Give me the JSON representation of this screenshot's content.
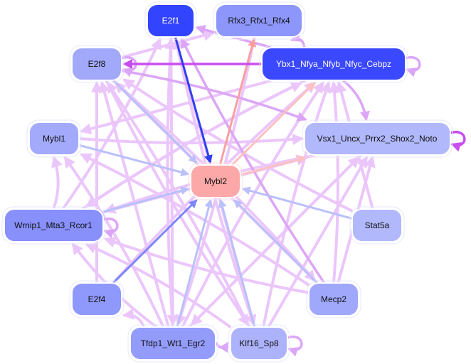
{
  "diagram": {
    "type": "regulatory-network",
    "nodes": [
      {
        "id": "E2f1",
        "label": "E2f1",
        "color": "#3344ff",
        "text_color": "#ffffff"
      },
      {
        "id": "Rfx",
        "label": "Rfx3_Rfx1_Rfx4",
        "color": "#8d96fb",
        "text_color": "#111111"
      },
      {
        "id": "E2f8",
        "label": "E2f8",
        "color": "#a2a9fb",
        "text_color": "#111111"
      },
      {
        "id": "Ybx",
        "label": "Ybx1_Nfya_Nfyb_Nfyc_Cebpz",
        "color": "#3a48ff",
        "text_color": "#ffffff"
      },
      {
        "id": "Mybl1",
        "label": "Mybl1",
        "color": "#a3aafb",
        "text_color": "#111111"
      },
      {
        "id": "Vsx",
        "label": "Vsx1_Uncx_Prrx2_Shox2_Noto",
        "color": "#b1b8fb",
        "text_color": "#111111"
      },
      {
        "id": "Mybl2",
        "label": "Mybl2",
        "color": "#fda8a8",
        "text_color": "#111111"
      },
      {
        "id": "Wrnip",
        "label": "Wrnip1_Mta3_Rcor1",
        "color": "#8890fb",
        "text_color": "#111111"
      },
      {
        "id": "Stat5a",
        "label": "Stat5a",
        "color": "#b1b8fb",
        "text_color": "#111111"
      },
      {
        "id": "E2f4",
        "label": "E2f4",
        "color": "#8f98fb",
        "text_color": "#111111"
      },
      {
        "id": "Mecp2",
        "label": "Mecp2",
        "color": "#a0a8fb",
        "text_color": "#111111"
      },
      {
        "id": "Tfdp",
        "label": "Tfdp1_Wt1_Egr2",
        "color": "#949cfb",
        "text_color": "#111111"
      },
      {
        "id": "Klf",
        "label": "Klf16_Sp8",
        "color": "#adb3fb",
        "text_color": "#111111"
      }
    ],
    "edge_colors": {
      "strong_blue": "#2f3ff0",
      "blue": "#7c87f5",
      "light_blue": "#b9c0fa",
      "salmon": "#fb9f9f",
      "light_salmon": "#fcc0c0",
      "magenta": "#c84ef0",
      "violet": "#dca6f7",
      "lavender": "#ebc6fb"
    },
    "edges": [
      {
        "from": "E2f1",
        "to": "Mybl2",
        "style": "strong_blue"
      },
      {
        "from": "Mybl2",
        "to": "Rfx",
        "style": "salmon"
      },
      {
        "from": "Mybl2",
        "to": "Ybx",
        "style": "light_salmon"
      },
      {
        "from": "Mybl2",
        "to": "Vsx",
        "style": "light_salmon"
      },
      {
        "from": "E2f8",
        "to": "Mybl2",
        "style": "light_blue"
      },
      {
        "from": "Mybl1",
        "to": "Mybl2",
        "style": "light_blue"
      },
      {
        "from": "Wrnip",
        "to": "Mybl2",
        "style": "light_blue"
      },
      {
        "from": "Stat5a",
        "to": "Mybl2",
        "style": "light_blue"
      },
      {
        "from": "E2f4",
        "to": "Mybl2",
        "style": "blue"
      },
      {
        "from": "Mecp2",
        "to": "Mybl2",
        "style": "light_blue"
      },
      {
        "from": "Tfdp",
        "to": "Mybl2",
        "style": "light_blue"
      },
      {
        "from": "Klf",
        "to": "Mybl2",
        "style": "light_blue"
      },
      {
        "from": "Ybx",
        "to": "E2f8",
        "style": "magenta"
      },
      {
        "from": "Ybx",
        "to": "E2f1",
        "style": "violet"
      },
      {
        "from": "Ybx",
        "to": "Rfx",
        "style": "violet"
      },
      {
        "from": "Ybx",
        "to": "Vsx",
        "style": "violet"
      },
      {
        "from": "Ybx",
        "to": "Mybl1",
        "style": "lavender"
      },
      {
        "from": "Ybx",
        "to": "Wrnip",
        "style": "lavender"
      },
      {
        "from": "Ybx",
        "to": "Ybx",
        "style": "violet"
      },
      {
        "from": "Vsx",
        "to": "Vsx",
        "style": "magenta"
      },
      {
        "from": "E2f8",
        "to": "E2f8",
        "style": "violet"
      },
      {
        "from": "Wrnip",
        "to": "Wrnip",
        "style": "violet"
      },
      {
        "from": "Klf",
        "to": "Klf",
        "style": "violet"
      },
      {
        "from": "Tfdp",
        "to": "Klf",
        "style": "violet"
      },
      {
        "from": "Tfdp",
        "to": "E2f1",
        "style": "lavender"
      },
      {
        "from": "Tfdp",
        "to": "E2f8",
        "style": "lavender"
      },
      {
        "from": "Tfdp",
        "to": "Mybl1",
        "style": "lavender"
      },
      {
        "from": "Tfdp",
        "to": "Ybx",
        "style": "lavender"
      },
      {
        "from": "Tfdp",
        "to": "Vsx",
        "style": "lavender"
      },
      {
        "from": "Tfdp",
        "to": "E2f4",
        "style": "lavender"
      },
      {
        "from": "Tfdp",
        "to": "Wrnip",
        "style": "lavender"
      },
      {
        "from": "Klf",
        "to": "E2f1",
        "style": "lavender"
      },
      {
        "from": "Klf",
        "to": "E2f8",
        "style": "lavender"
      },
      {
        "from": "Klf",
        "to": "Ybx",
        "style": "lavender"
      },
      {
        "from": "Klf",
        "to": "Vsx",
        "style": "lavender"
      },
      {
        "from": "Klf",
        "to": "Wrnip",
        "style": "lavender"
      },
      {
        "from": "Mecp2",
        "to": "E2f1",
        "style": "violet"
      },
      {
        "from": "Mecp2",
        "to": "E2f8",
        "style": "lavender"
      },
      {
        "from": "Mecp2",
        "to": "Ybx",
        "style": "lavender"
      },
      {
        "from": "Mecp2",
        "to": "Wrnip",
        "style": "lavender"
      },
      {
        "from": "Mecp2",
        "to": "Vsx",
        "style": "lavender"
      },
      {
        "from": "Mecp2",
        "to": "Mybl1",
        "style": "lavender"
      },
      {
        "from": "Stat5a",
        "to": "E2f8",
        "style": "lavender"
      },
      {
        "from": "Stat5a",
        "to": "Ybx",
        "style": "lavender"
      },
      {
        "from": "Wrnip",
        "to": "E2f1",
        "style": "lavender"
      },
      {
        "from": "Wrnip",
        "to": "Ybx",
        "style": "lavender"
      },
      {
        "from": "Wrnip",
        "to": "Vsx",
        "style": "lavender"
      },
      {
        "from": "Wrnip",
        "to": "Mybl1",
        "style": "lavender"
      },
      {
        "from": "E2f4",
        "to": "Ybx",
        "style": "lavender"
      },
      {
        "from": "E2f4",
        "to": "E2f8",
        "style": "lavender"
      },
      {
        "from": "Mybl1",
        "to": "Vsx",
        "style": "lavender"
      },
      {
        "from": "E2f8",
        "to": "Vsx",
        "style": "violet"
      },
      {
        "from": "E2f8",
        "to": "Rfx",
        "style": "lavender"
      },
      {
        "from": "E2f8",
        "to": "Klf",
        "style": "lavender"
      },
      {
        "from": "E2f8",
        "to": "Mecp2",
        "style": "lavender"
      },
      {
        "from": "E2f1",
        "to": "Tfdp",
        "style": "lavender"
      },
      {
        "from": "E2f1",
        "to": "Klf",
        "style": "lavender"
      },
      {
        "from": "Rfx",
        "to": "Tfdp",
        "style": "lavender"
      },
      {
        "from": "Vsx",
        "to": "Tfdp",
        "style": "lavender"
      },
      {
        "from": "Vsx",
        "to": "Wrnip",
        "style": "lavender"
      }
    ]
  }
}
